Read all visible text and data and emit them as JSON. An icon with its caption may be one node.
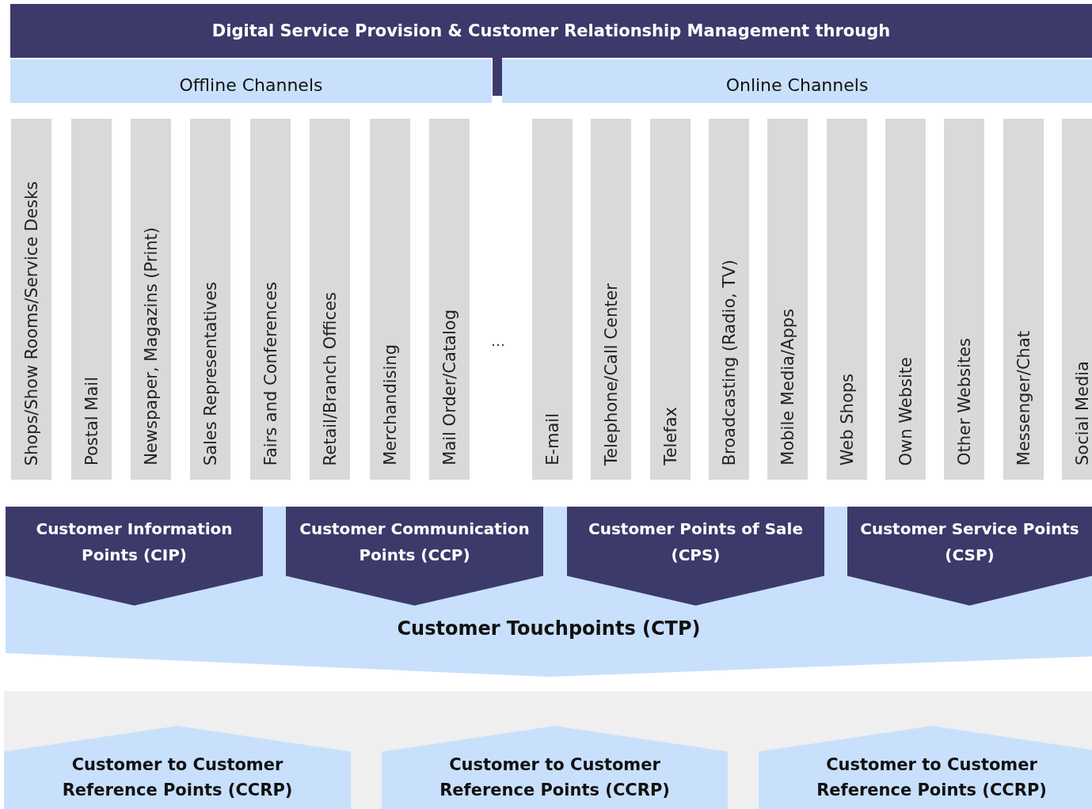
{
  "diagram": {
    "nodes": [
      {
        "text": [
          "Digital Service Provision & Customer Relationship Management through"
        ]
      },
      {
        "text": [
          "Offline Channels"
        ]
      },
      {
        "text": [
          "Online Channels"
        ]
      },
      {
        "text": [
          "Shops/Show Rooms/Service Desks"
        ]
      },
      {
        "text": [
          "Postal Mail"
        ]
      },
      {
        "text": [
          "Newspaper, Magazins (Print)"
        ]
      },
      {
        "text": [
          "Sales Representatives"
        ]
      },
      {
        "text": [
          "Fairs and Conferences"
        ]
      },
      {
        "text": [
          "Retail/Branch Offices"
        ]
      },
      {
        "text": [
          "Merchandising"
        ]
      },
      {
        "text": [
          "Mail Order/Catalog"
        ]
      },
      {
        "text": [
          "E-mail"
        ]
      },
      {
        "text": [
          "Telephone/Call Center"
        ]
      },
      {
        "text": [
          "Telefax"
        ]
      },
      {
        "text": [
          "Broadcasting (Radio, TV)"
        ]
      },
      {
        "text": [
          "Mobile Media/Apps"
        ]
      },
      {
        "text": [
          "Web Shops"
        ]
      },
      {
        "text": [
          "Own Website"
        ]
      },
      {
        "text": [
          "Other Websites"
        ]
      },
      {
        "text": [
          "Messenger/Chat"
        ]
      },
      {
        "text": [
          "Social Media"
        ]
      },
      {
        "text": [
          "Customer Information Points (CIP)"
        ],
        "in": 25
      },
      {
        "text": [
          "Customer Communication Points (CCP)"
        ],
        "in": 25
      },
      {
        "text": [
          "Customer Points of Sale (CPS)"
        ],
        "in": 25
      },
      {
        "text": [
          "Customer Service Points (CSP)"
        ],
        "in": 25
      },
      {
        "text": [
          "Customer Touchpoints (CTP)"
        ]
      },
      {
        "text": [],
        "shape": "box"
      },
      {
        "text": [
          "Customer to Customer Reference Points (CCRP)"
        ],
        "in": 26
      },
      {
        "text": [
          "Customer to Customer Reference Points (CCRP)"
        ],
        "in": 26
      },
      {
        "text": [
          "Customer to Customer Reference Points (CCRP)"
        ],
        "in": 26
      }
    ],
    "labels": [
      "…"
    ]
  }
}
